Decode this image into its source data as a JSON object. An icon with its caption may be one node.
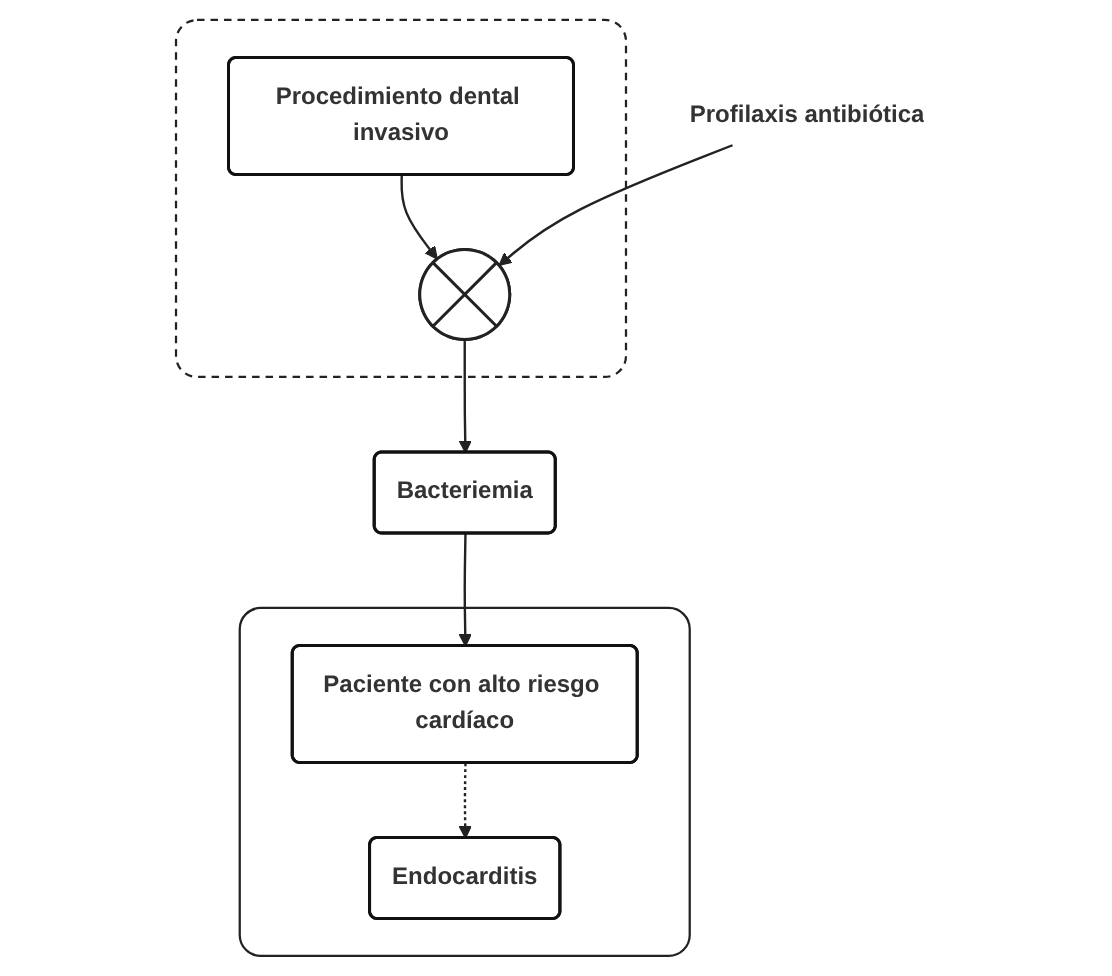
{
  "diagram": {
    "nodes": [
      {
        "text": [],
        "shape": "box"
      },
      {
        "text": [
          "Procedimiento dental invasivo"
        ],
        "in": 0
      },
      {
        "text": [],
        "shape": "cross",
        "in": 0
      },
      {
        "text": [
          "Profilaxis antibiótica"
        ]
      },
      {
        "text": [],
        "shape": "box"
      },
      {
        "text": [
          "Bacteriemia"
        ]
      },
      {
        "text": [
          "Paciente con alto riesgo cardíaco"
        ],
        "in": 4
      },
      {
        "text": [
          "Endocarditis"
        ],
        "in": 4
      }
    ],
    "edges": [
      {
        "from": 1,
        "to": 2,
        "arrow": "to"
      },
      {
        "from": 3,
        "to": 2,
        "arrow": "to"
      },
      {
        "from": 2,
        "to": 5,
        "arrow": "to"
      },
      {
        "from": 5,
        "to": 6,
        "arrow": "to"
      },
      {
        "from": 6,
        "to": 7,
        "arrow": "to",
        "style": "dashed"
      }
    ]
  }
}
